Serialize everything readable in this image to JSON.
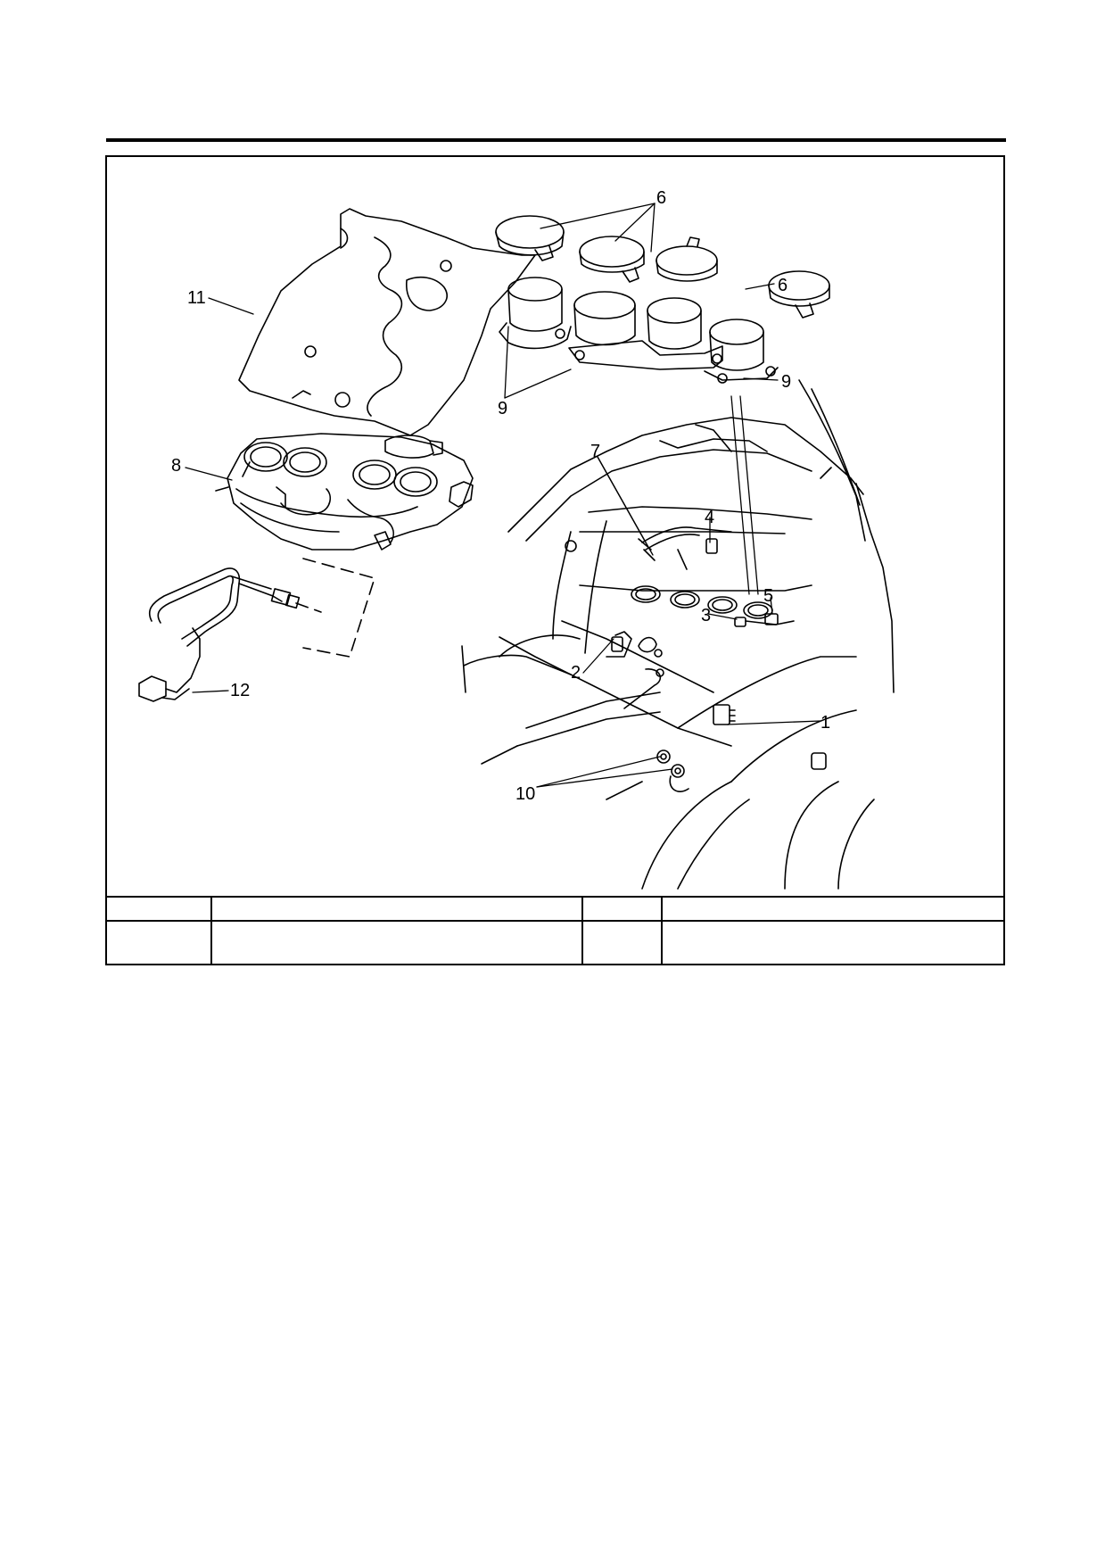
{
  "page": {
    "background": "#ffffff",
    "ink": "#000000"
  },
  "figure": {
    "callouts": {
      "c1": "1",
      "c2": "2",
      "c3": "3",
      "c4": "4",
      "c5": "5",
      "c6a": "6",
      "c6b": "6",
      "c7": "7",
      "c8": "8",
      "c9a": "9",
      "c9b": "9",
      "c10": "10",
      "c11": "11",
      "c12": "12"
    }
  },
  "parts_table": {
    "header": [
      "",
      "",
      "",
      ""
    ],
    "rows": [
      [
        "",
        "",
        "",
        ""
      ]
    ]
  }
}
